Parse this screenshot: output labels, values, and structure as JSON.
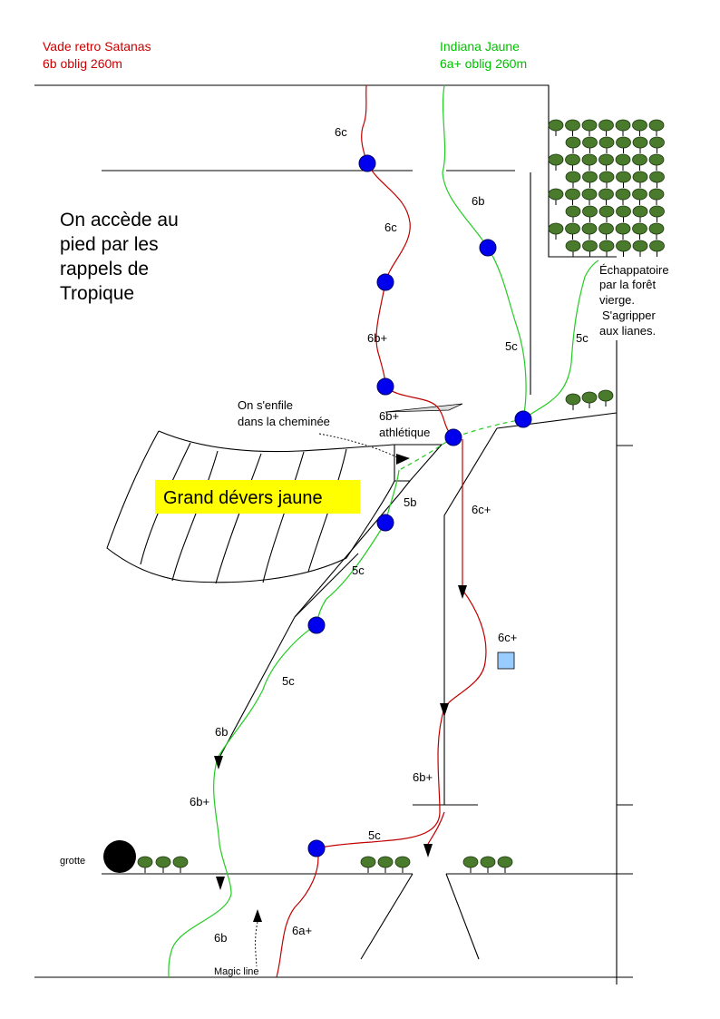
{
  "routes": {
    "red": {
      "name": "Vade retro Satanas",
      "info": "6b oblig 260m",
      "color": "#cc0000"
    },
    "green": {
      "name": "Indiana Jaune",
      "info": "6a+ oblig 260m",
      "color": "#00c000"
    }
  },
  "notes": {
    "access": [
      "On accède au",
      "pied par les",
      "rappels de",
      "Tropique"
    ],
    "escape": [
      "Échappatoire",
      "par la forêt",
      "vierge.",
      "S'agripper",
      "aux lianes."
    ],
    "chimney": [
      "On s'enfile",
      "dans la cheminée"
    ],
    "overhang": "Grand dévers jaune",
    "grotte": "grotte",
    "magic": "Magic line"
  },
  "grades": {
    "red_1": "6c",
    "red_2": "6c",
    "red_3": "6b+",
    "red_4": "6b+",
    "red_4b": "athlétique",
    "red_5": "6c+",
    "red_6": "6c+",
    "red_7": "6b+",
    "red_8": "5c",
    "red_9": "6a+",
    "green_1": "6b",
    "green_2": "5c",
    "green_3": "5c",
    "green_4": "5b",
    "green_5": "5c",
    "green_6": "5c",
    "green_7": "6b",
    "green_8": "6b+",
    "green_9": "6b"
  },
  "colors": {
    "bolt": "#0000ee",
    "belay": "#99ccff",
    "overhang_bg": "#ffff00",
    "tree": "#4a7a2c"
  }
}
